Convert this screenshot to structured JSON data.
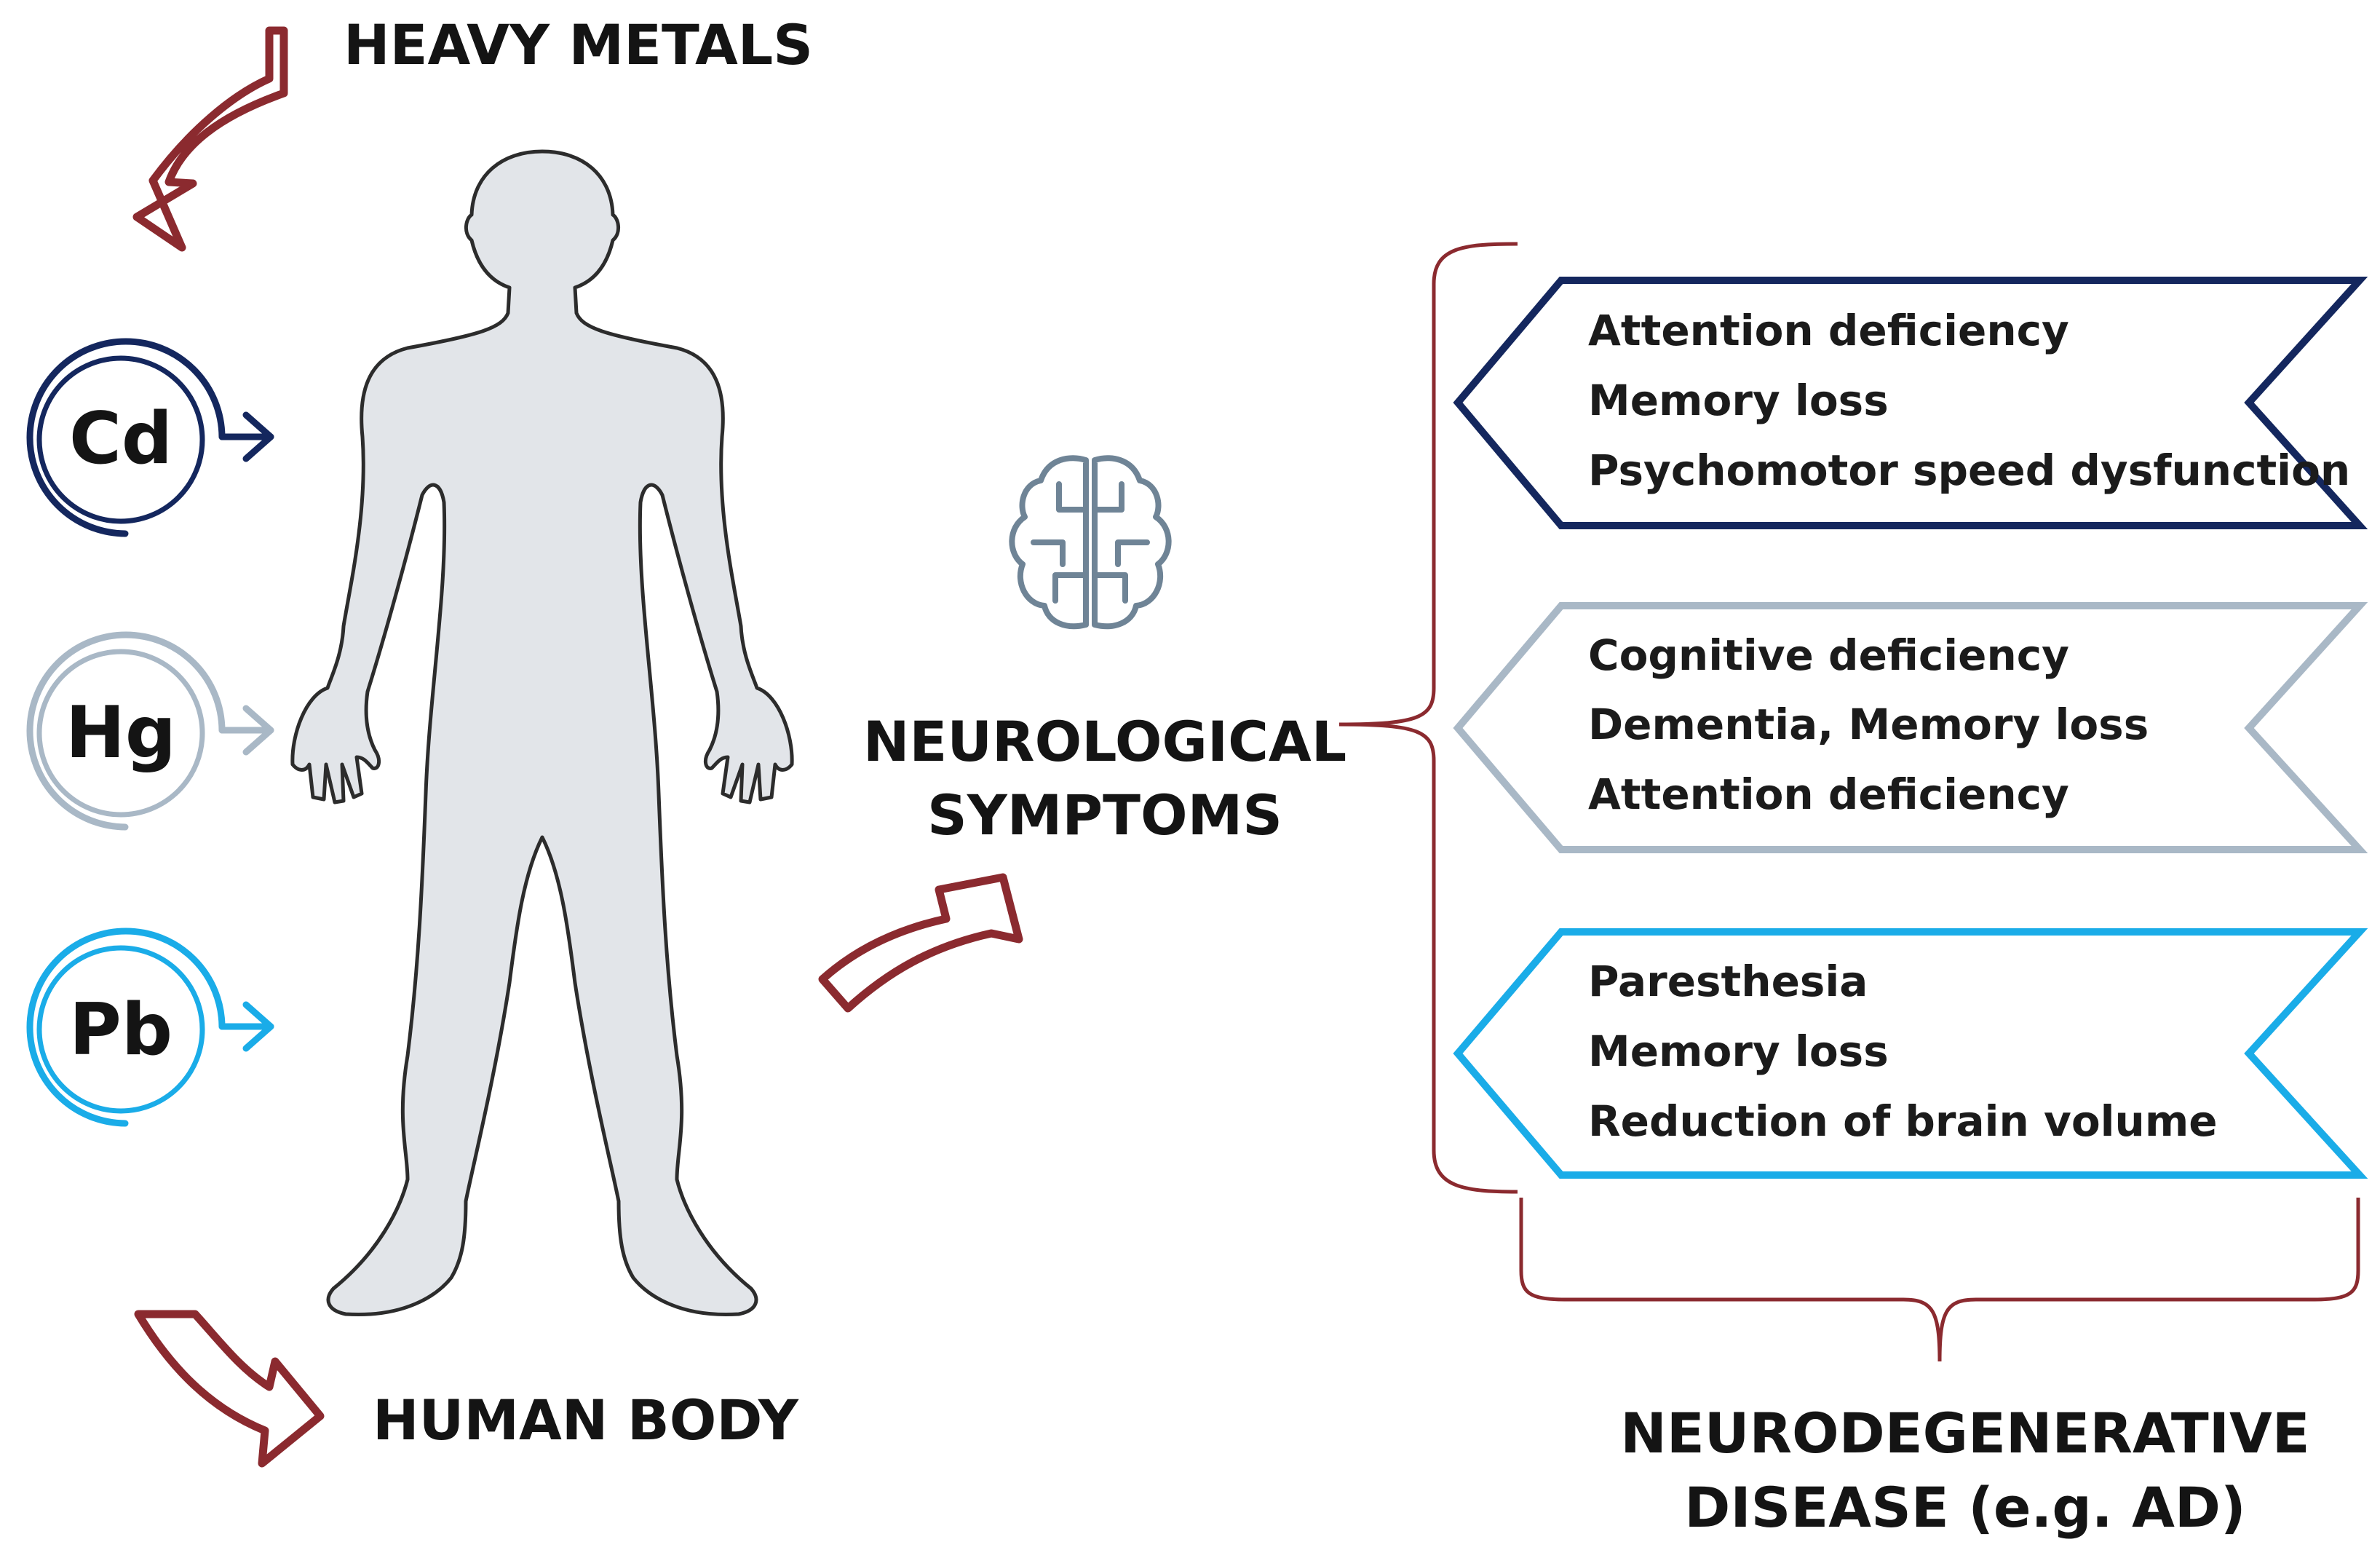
{
  "labels": {
    "heavy_metals": "HEAVY METALS",
    "human_body": "HUMAN BODY",
    "neuro_line1": "NEUROLOGICAL",
    "neuro_line2": "SYMPTOMS",
    "disease_line1": "NEURODEGENERATIVE",
    "disease_line2": "DISEASE (e.g. AD)"
  },
  "metals": [
    {
      "symbol": "Cd",
      "color": "#14275e"
    },
    {
      "symbol": "Hg",
      "color": "#a9b8c6"
    },
    {
      "symbol": "Pb",
      "color": "#1aace8"
    }
  ],
  "symptoms": [
    {
      "color": "#14275e",
      "items": [
        "Attention deficiency",
        "Memory loss",
        "Psychomotor speed dysfunction"
      ]
    },
    {
      "color": "#a9b8c6",
      "items": [
        "Cognitive deficiency",
        "Dementia, Memory loss",
        "Attention deficiency"
      ]
    },
    {
      "color": "#1aace8",
      "items": [
        "Paresthesia",
        "Memory loss",
        "Reduction of brain volume"
      ]
    }
  ],
  "colors": {
    "accent_arrow": "#8b2a2f",
    "body_fill": "#e2e5e9",
    "body_stroke": "#2c2c2c",
    "brain": "#6f8496"
  },
  "icons": {
    "brain": "brain-icon",
    "body": "human-body-silhouette"
  }
}
